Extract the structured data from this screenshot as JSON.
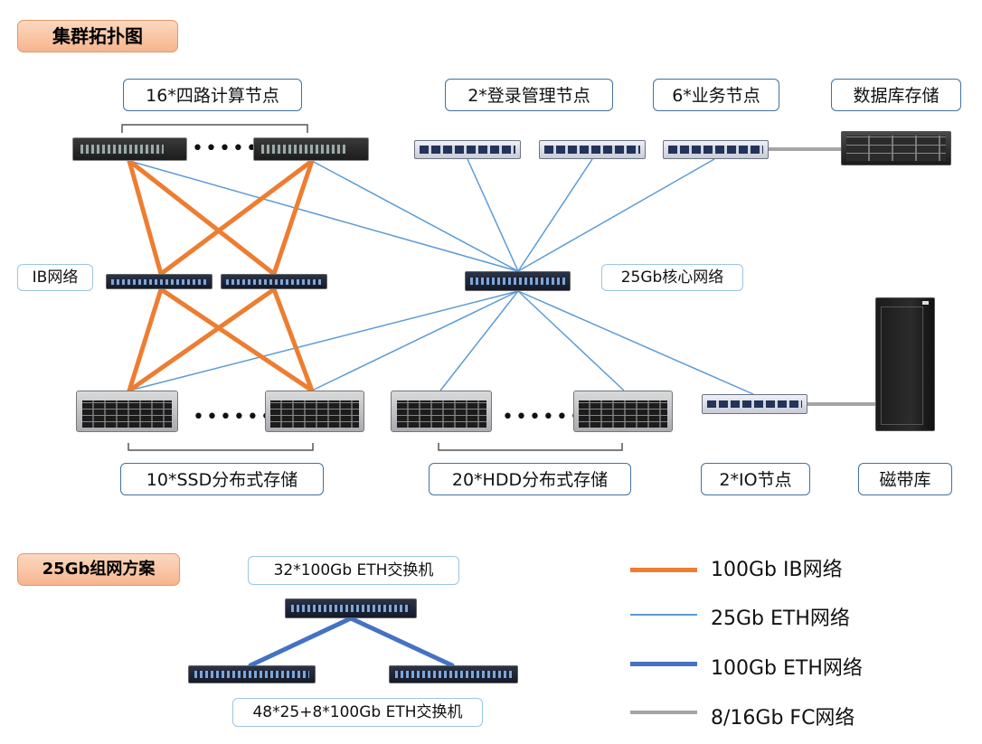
{
  "title": "集群拓扑图",
  "subtitle": "25Gb组网方案",
  "labels": {
    "compute": "16*四路计算节点",
    "login": "2*登录管理节点",
    "service": "6*业务节点",
    "database": "数据库存储",
    "ib": "IB网络",
    "core": "25Gb核心网络",
    "ssd": "10*SSD分布式存储",
    "hdd": "20*HDD分布式存储",
    "io": "2*IO节点",
    "tape": "磁带库",
    "switch_top": "32*100Gb ETH交换机",
    "switch_bottom": "48*25+8*100Gb ETH交换机"
  },
  "ellipsis": "•••••••",
  "legend": [
    {
      "label": "100Gb IB网络",
      "color": "#ed7d31"
    },
    {
      "label": "25Gb ETH网络",
      "color": "#5b9bd5"
    },
    {
      "label": "100Gb ETH网络",
      "color": "#4472c4"
    },
    {
      "label": "8/16Gb FC网络",
      "color": "#a5a5a5"
    }
  ]
}
